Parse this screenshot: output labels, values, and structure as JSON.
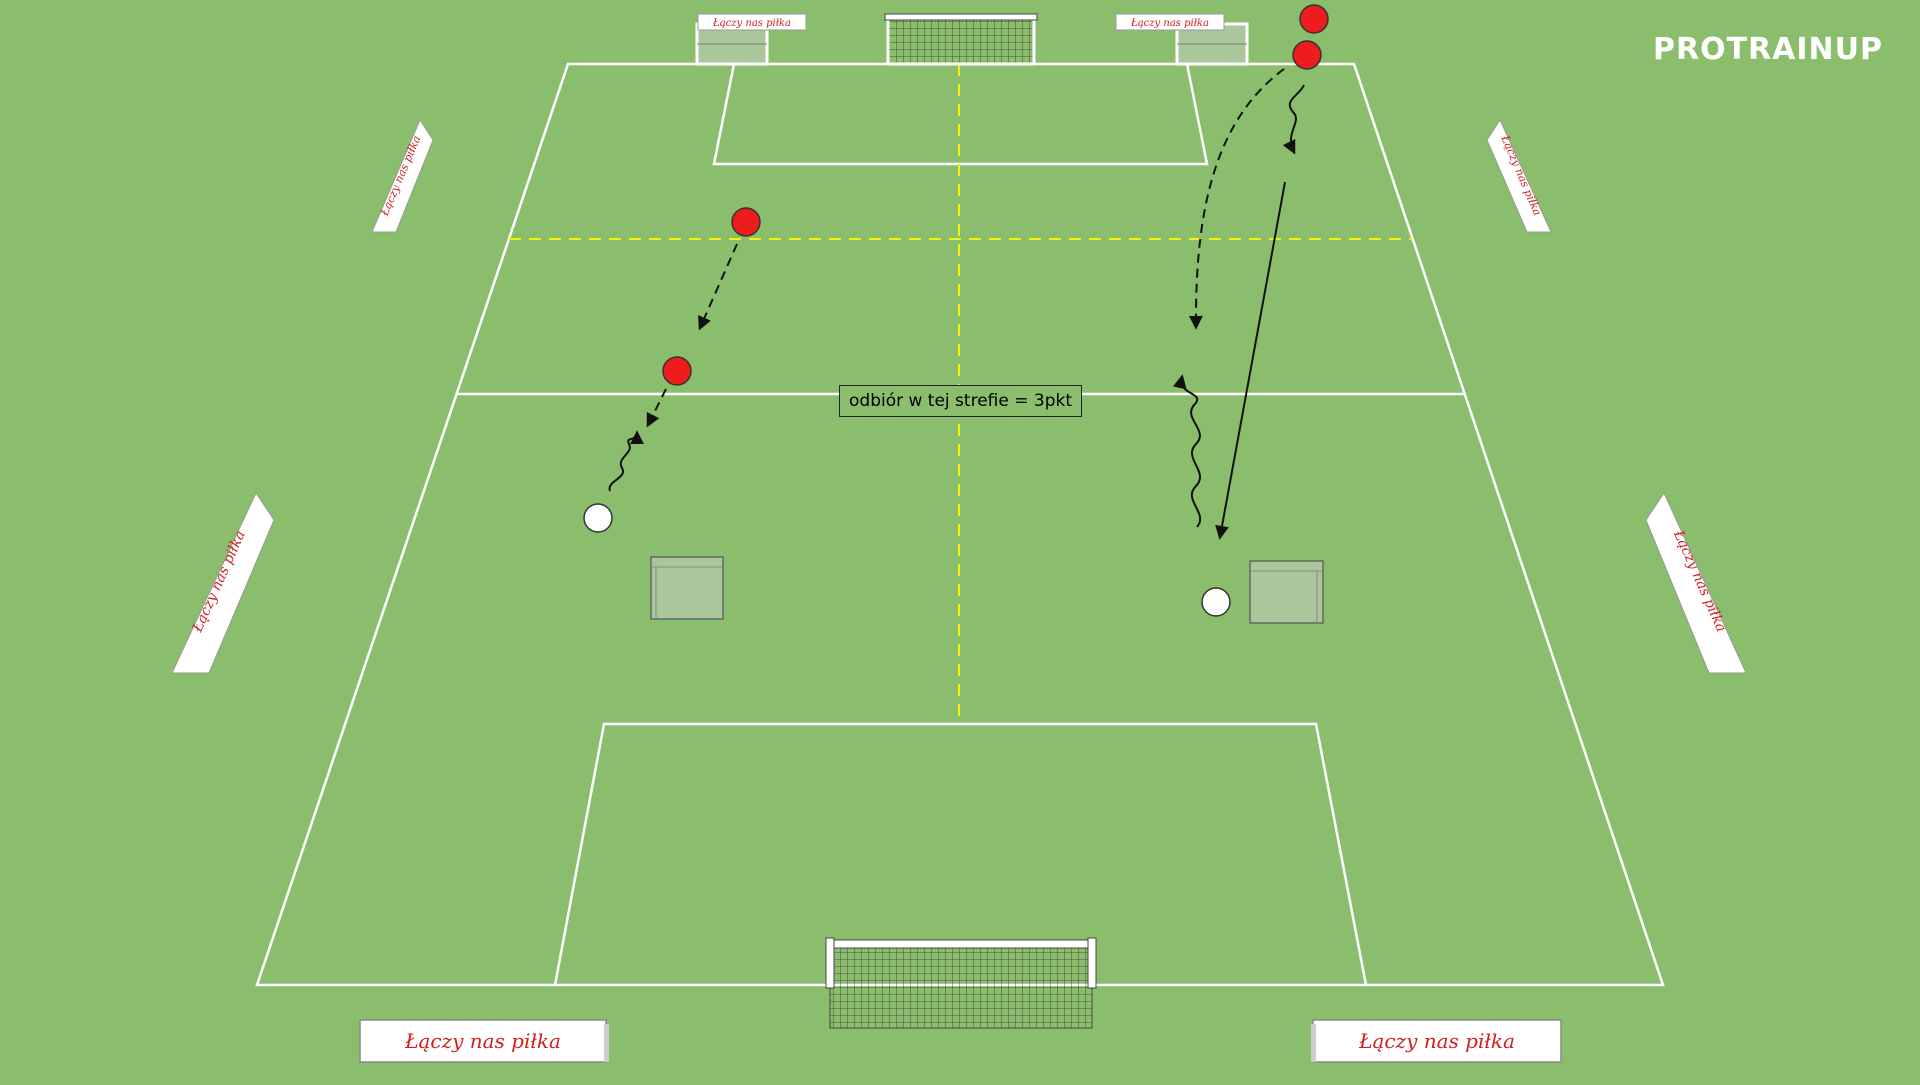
{
  "logo": {
    "text": "PROTRAINUP"
  },
  "zone_label": {
    "text": "odbiór w tej strefie = 3pkt"
  },
  "banners": {
    "text": "Łączy nas piłka"
  },
  "colors": {
    "grass": "#8bbe6c",
    "lines": "#ffffff",
    "zone_line": "#f2f20a",
    "red_player": "#ee1c1c",
    "white_player": "#ffffff",
    "banner_text": "#d21e1e"
  },
  "icons": [
    "goal-icon",
    "mini-goal-icon",
    "ad-banner-icon",
    "player-marker-icon",
    "movement-arrow-icon"
  ]
}
